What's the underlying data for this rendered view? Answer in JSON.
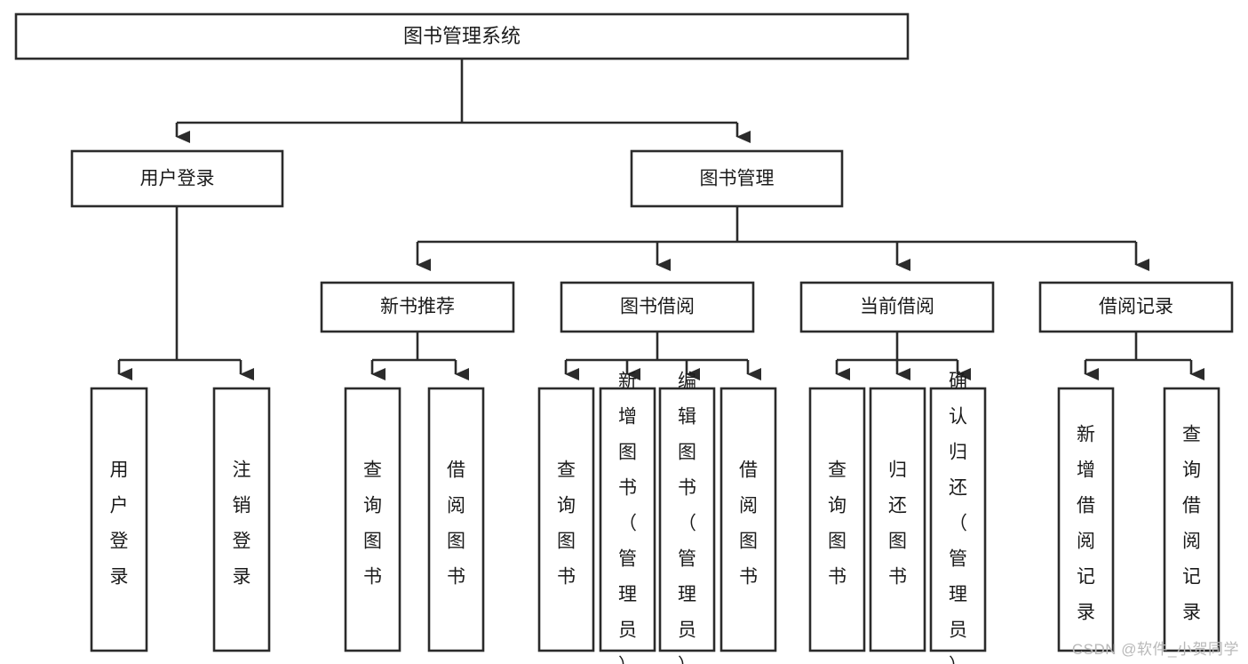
{
  "diagram": {
    "type": "tree",
    "title": "图书管理系统",
    "watermark": "CSDN @软件_小贺同学",
    "colors": {
      "box_fill": "#ffffff",
      "box_stroke": "#2b2b2b",
      "text": "#1b1b1b",
      "background": "#ffffff",
      "watermark": "#b9b9b9"
    },
    "levels": {
      "root": "图书管理系统",
      "level2": [
        "用户登录",
        "图书管理"
      ],
      "level3": [
        "新书推荐",
        "图书借阅",
        "当前借阅",
        "借阅记录"
      ]
    },
    "nodes": {
      "root": {
        "label": "图书管理系统"
      },
      "user_login": {
        "label": "用户登录"
      },
      "book_manage": {
        "label": "图书管理"
      },
      "new_book_rec": {
        "label": "新书推荐"
      },
      "book_borrow": {
        "label": "图书借阅"
      },
      "current_borrow": {
        "label": "当前借阅"
      },
      "borrow_record": {
        "label": "借阅记录"
      }
    },
    "leaves": {
      "user_login": [
        {
          "label": "用户登录"
        },
        {
          "label": "注销登录"
        }
      ],
      "new_book_rec": [
        {
          "label": "查询图书"
        },
        {
          "label": "借阅图书"
        }
      ],
      "book_borrow": [
        {
          "label": "查询图书"
        },
        {
          "label": "新增图书（管理员）"
        },
        {
          "label": "编辑图书（管理员）"
        },
        {
          "label": "借阅图书"
        }
      ],
      "current_borrow": [
        {
          "label": "查询图书"
        },
        {
          "label": "归还图书"
        },
        {
          "label": "确认归还（管理员）"
        }
      ],
      "borrow_record": [
        {
          "label": "新增借阅记录"
        },
        {
          "label": "查询借阅记录"
        }
      ]
    }
  }
}
